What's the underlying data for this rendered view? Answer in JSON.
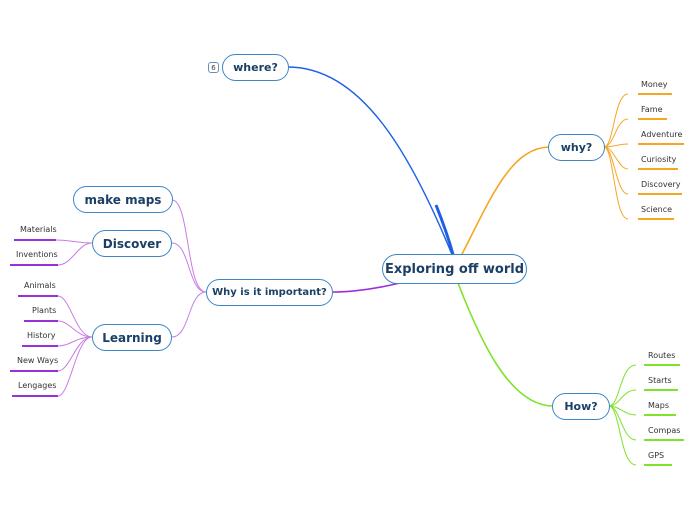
{
  "central": "Exploring off world",
  "where": {
    "label": "where?",
    "count": "6"
  },
  "why": {
    "label": "why?",
    "items": [
      "Money",
      "Fame",
      "Adventure",
      "Curiosity",
      "Discovery",
      "Science"
    ]
  },
  "how": {
    "label": "How?",
    "items": [
      "Routes",
      "Starts",
      "Maps",
      "Compas",
      "GPS"
    ]
  },
  "important": {
    "label": "Why is it important?",
    "make_maps": "make maps",
    "discover": {
      "label": "Discover",
      "items": [
        "Materials",
        "Inventions"
      ]
    },
    "learning": {
      "label": "Learning",
      "items": [
        "Animals",
        "Plants",
        "History",
        "New Ways",
        "Lengages"
      ]
    }
  },
  "colors": {
    "where": "#1f5fe6",
    "why": "#f5a623",
    "how": "#7ee32a",
    "important": "#9b30d9",
    "important_sub": "#c77de6",
    "node_border": "#3b86c6",
    "node_text": "#1b3f66"
  }
}
